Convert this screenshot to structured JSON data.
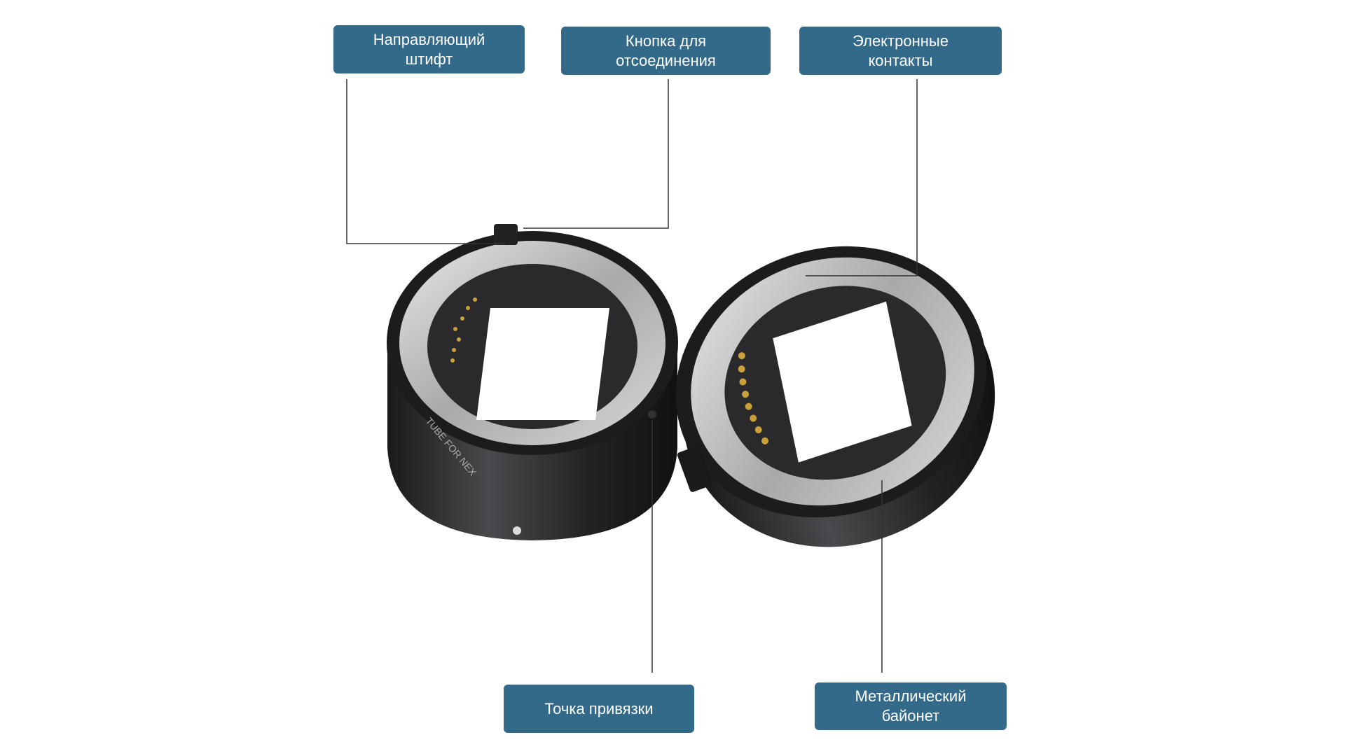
{
  "labels": {
    "guide_pin": "Направляющий\nштифт",
    "release_button": "Кнопка для\nотсоединения",
    "electronic_contacts": "Электронные\nконтакты",
    "alignment_point": "Точка привязки",
    "metal_mount": "Металлический\nбайонет"
  },
  "product_text": "TUBE FOR NEX",
  "colors": {
    "label_bg": "#336a8a",
    "leader_line": "#333333"
  }
}
